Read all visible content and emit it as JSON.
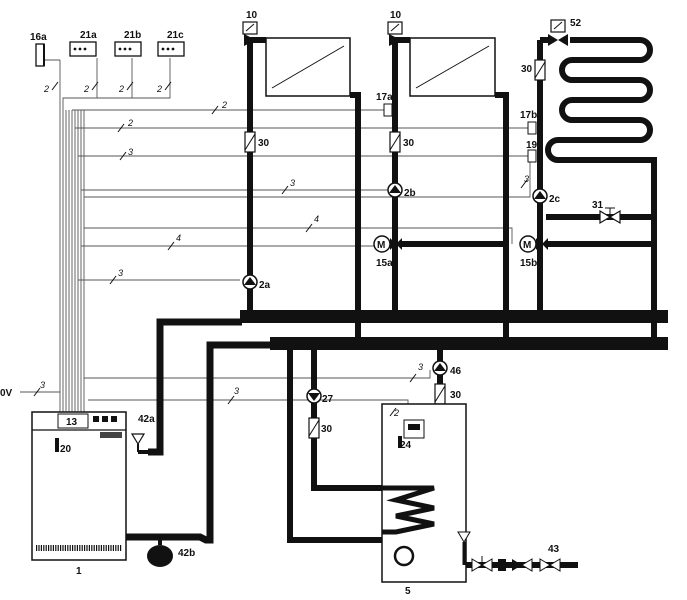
{
  "labels": {
    "l16a": "16a",
    "l21a": "21a",
    "l21b": "21b",
    "l21c": "21c",
    "l10a": "10",
    "l10b": "10",
    "l52": "52",
    "l30a": "30",
    "l30b": "30",
    "l30c": "30",
    "l30d": "30",
    "l30e": "30",
    "l17a": "17a",
    "l17b": "17b",
    "l19": "19",
    "l2a": "2a",
    "l2b": "2b",
    "l2c": "2c",
    "l15a": "15a",
    "l15b": "15b",
    "l31": "31",
    "l27": "27",
    "l46": "46",
    "l24": "24",
    "l20": "20",
    "l13": "13",
    "l42a": "42a",
    "l42b": "42b",
    "l43": "43",
    "l1": "1",
    "l5": "5",
    "l0v": "0V",
    "m1": "M",
    "m2": "M"
  },
  "wire_counts": {
    "w2a": "2",
    "w2b": "2",
    "w2c": "2",
    "w2d": "2",
    "w2e": "2",
    "w2f": "2",
    "w2g": "2",
    "w3a": "3",
    "w3b": "3",
    "w3c": "3",
    "w3d": "3",
    "w3e": "3",
    "w3f": "3",
    "w3g": "3",
    "w4a": "4",
    "w4b": "4"
  },
  "colors": {
    "ink": "#111111",
    "paper": "#ffffff"
  }
}
